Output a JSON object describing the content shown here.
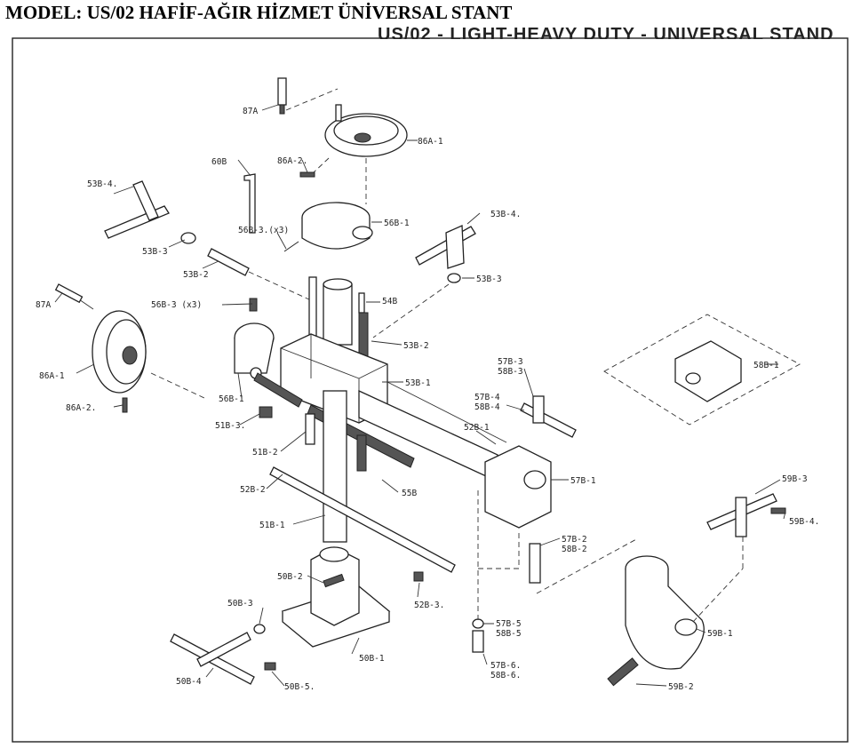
{
  "title": "MODEL: US/02 HAFİF-AĞIR HİZMET ÜNİVERSAL STANT",
  "subtitle": "US/02 - LIGHT-HEAVY DUTY - UNIVERSAL STAND",
  "labels": {
    "l87A_top": "87A",
    "l86A1_top": "86A-1",
    "l86A2_top": "86A-2.",
    "l60B": "60B",
    "l56B1_top": "56B-1",
    "l56B3_top": "56B-3.(x3)",
    "l53B4_left": "53B-4.",
    "l53B3_left": "53B-3",
    "l53B2_left": "53B-2",
    "l53B4_right": "53B-4.",
    "l53B3_right": "53B-3",
    "l54B": "54B",
    "l53B2_mid": "53B-2",
    "l53B1": "53B-1",
    "l87A_left": "87A",
    "l56B3_mid": "56B-3 (x3)",
    "l86A1_left": "86A-1",
    "l86A2_left": "86A-2.",
    "l56B1_mid": "56B-1",
    "l51B3_left": "51B-3.",
    "l51B2": "51B-2",
    "l52B2": "52B-2",
    "l51B1": "51B-1",
    "l55B": "55B",
    "l52B1": "52B-1",
    "l57B3": "57B-3",
    "l58B3": "58B-3",
    "l57B4": "57B-4",
    "l58B4": "58B-4",
    "l58B1": "58B-1",
    "l57B1": "57B-1",
    "l59B3": "59B-3",
    "l59B4": "59B-4.",
    "l57B2": "57B-2",
    "l58B2": "58B-2",
    "l50B2": "50B-2",
    "l50B3": "50B-3",
    "l52B3": "52B-3.",
    "l57B5": "57B-5",
    "l58B5": "58B-5",
    "l59B1": "59B-1",
    "l50B1": "50B-1",
    "l57B6": "57B-6.",
    "l58B6": "58B-6.",
    "l50B4": "50B-4",
    "l50B5": "50B-5.",
    "l59B2": "59B-2"
  }
}
